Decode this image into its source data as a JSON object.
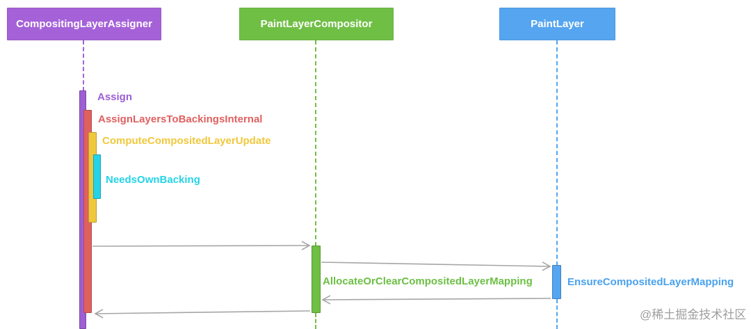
{
  "diagram": {
    "type": "sequence-diagram",
    "participants": [
      {
        "name": "CompositingLayerAssigner",
        "color": "#a561d8"
      },
      {
        "name": "PaintLayerCompositor",
        "color": "#70bf45"
      },
      {
        "name": "PaintLayer",
        "color": "#55a5f0"
      }
    ],
    "calls": [
      {
        "label": "Assign",
        "color": "#9d5fd3",
        "from": "CompositingLayerAssigner",
        "to": "CompositingLayerAssigner"
      },
      {
        "label": "AssignLayersToBackingsInternal",
        "color": "#e06060",
        "from": "CompositingLayerAssigner",
        "to": "CompositingLayerAssigner"
      },
      {
        "label": "ComputeCompositedLayerUpdate",
        "color": "#f0c83c",
        "from": "CompositingLayerAssigner",
        "to": "CompositingLayerAssigner"
      },
      {
        "label": "NeedsOwnBacking",
        "color": "#25d3e8",
        "from": "CompositingLayerAssigner",
        "to": "CompositingLayerAssigner"
      },
      {
        "label": "AllocateOrClearCompositedLayerMapping",
        "color": "#6cbf44",
        "from": "PaintLayerCompositor",
        "to": "PaintLayer"
      },
      {
        "label": "EnsureCompositedLayerMapping",
        "color": "#4aa2ee",
        "from": "PaintLayer",
        "to": "PaintLayer"
      }
    ],
    "arrow_color": "#a6a6a6"
  },
  "watermark": {
    "text": "@稀土掘金技术社区",
    "color": "#9e9e9e"
  }
}
